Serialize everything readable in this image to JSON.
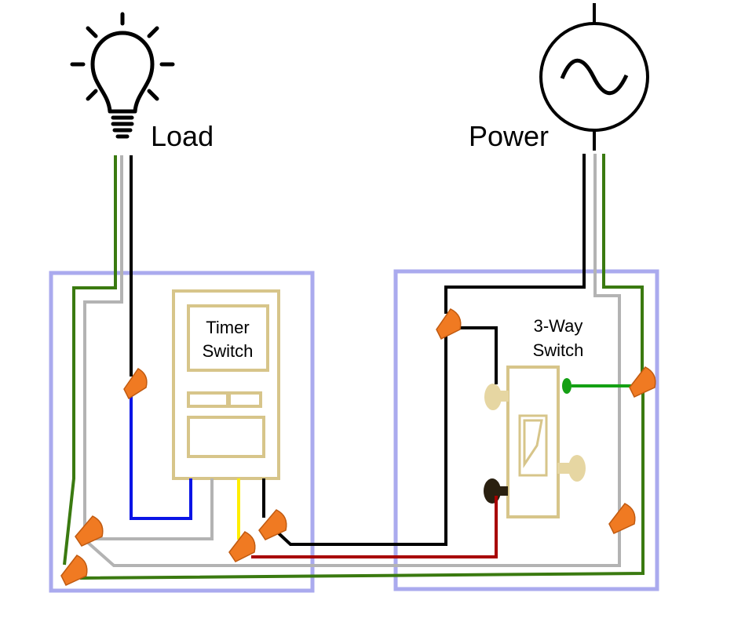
{
  "labels": {
    "load": "Load",
    "power": "Power",
    "timer_line1": "Timer",
    "timer_line2": "Switch",
    "threeway_line1": "3-Way",
    "threeway_line2": "Switch"
  },
  "colors": {
    "box_outline": "#aaaaee",
    "device_outline": "#d7c58a",
    "device_fill": "#f0e2b4",
    "wire_hot": "#000000",
    "wire_neutral": "#b3b3b3",
    "wire_ground": "#3a7a10",
    "wire_blue": "#0a14e6",
    "wire_yellow": "#ffee00",
    "wire_red": "#a80000",
    "wire_green_ground_short": "#14a014",
    "wire_nut": "#f07a22",
    "terminal_dark": "#2a2010"
  }
}
